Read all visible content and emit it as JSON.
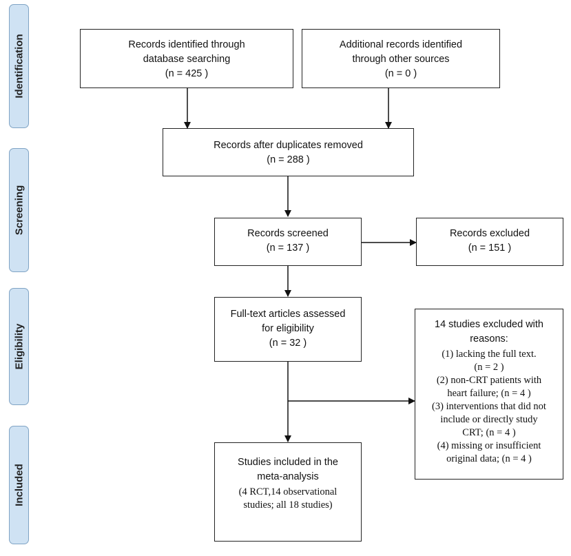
{
  "phases": {
    "identification": "Identification",
    "screening": "Screening",
    "eligibility": "Eligibility",
    "included": "Included"
  },
  "boxes": {
    "database_records": {
      "text": "Records identified through\ndatabase searching",
      "n": "(n = 425  )"
    },
    "other_sources": {
      "text": "Additional records identified\nthrough other sources",
      "n": "(n =  0  )"
    },
    "after_duplicates": {
      "text": "Records after duplicates removed",
      "n": "(n =  288 )"
    },
    "screened": {
      "text": "Records screened",
      "n": "(n = 137 )"
    },
    "excluded": {
      "text": "Records excluded",
      "n": "(n =  151 )"
    },
    "full_text": {
      "text": "Full-text articles assessed\nfor eligibility",
      "n": "(n = 32 )"
    },
    "studies_excluded": {
      "title": "14 studies excluded with\nreasons:",
      "reasons": [
        "(1)   lacking the full text.\n(n =  2 )",
        "(2) non-CRT patients with\nheart failure; (n =  4 )",
        "(3) interventions that did not\ninclude or directly study\nCRT; (n =  4 )",
        "(4) missing or insufficient\noriginal data; (n =  4 )"
      ]
    },
    "included": {
      "text": "Studies included in the\nmeta-analysis",
      "detail": "(4 RCT,14 observational\nstudies; all 18 studies)"
    }
  }
}
